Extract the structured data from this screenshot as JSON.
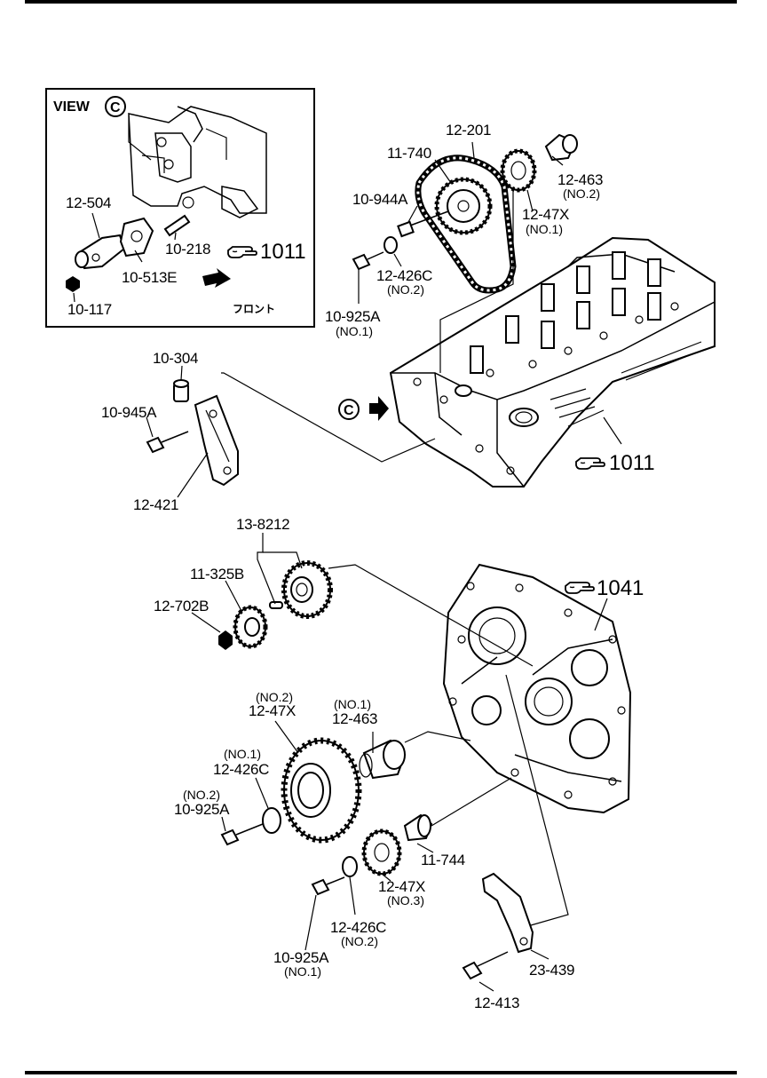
{
  "inset": {
    "view_label": "VIEW",
    "view_marker": "C",
    "front_label": "フロント",
    "labels": {
      "p12_504": "12-504",
      "p10_218": "10-218",
      "p10_513E": "10-513E",
      "p10_117": "10-117",
      "ref1011": "1011"
    }
  },
  "upper": {
    "marker": "C",
    "labels": {
      "p12_201": "12-201",
      "p11_740": "11-740",
      "p12_463": "12-463",
      "p12_463_no": "(NO.2)",
      "p10_944A": "10-944A",
      "p12_47X": "12-47X",
      "p12_47X_no": "(NO.1)",
      "p12_426C": "12-426C",
      "p12_426C_no": "(NO.2)",
      "p10_925A": "10-925A",
      "p10_925A_no": "(NO.1)",
      "p10_304": "10-304",
      "p10_945A": "10-945A",
      "p12_421": "12-421",
      "ref1011": "1011"
    }
  },
  "lower": {
    "labels": {
      "p13_8212": "13-8212",
      "p11_325B": "11-325B",
      "p12_702B": "12-702B",
      "ref1041": "1041",
      "p12_47X_no2": "(NO.2)",
      "p12_47X_a": "12-47X",
      "p12_463_no1": "(NO.1)",
      "p12_463": "12-463",
      "p12_426C_no1": "(NO.1)",
      "p12_426C_a": "12-426C",
      "p10_925A_no2": "(NO.2)",
      "p10_925A_a": "10-925A",
      "p11_744": "11-744",
      "p12_47X_b": "12-47X",
      "p12_47X_no3": "(NO.3)",
      "p12_426C_b": "12-426C",
      "p12_426C_no2": "(NO.2)",
      "p10_925A_b": "10-925A",
      "p10_925A_no1": "(NO.1)",
      "p23_439": "23-439",
      "p12_413": "12-413"
    }
  }
}
